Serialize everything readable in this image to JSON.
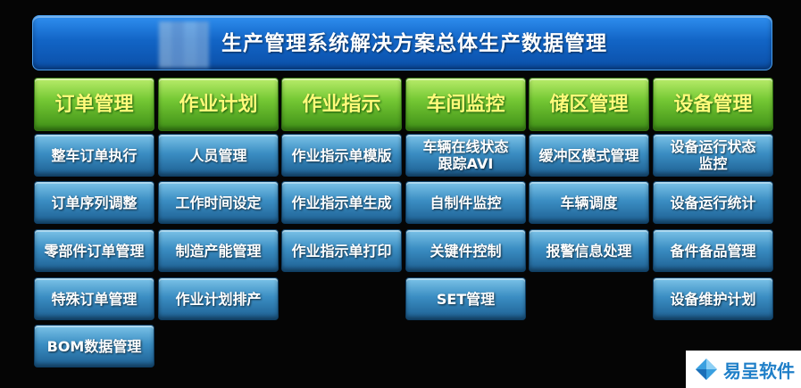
{
  "banner": {
    "title": "生产管理系统解决方案总体生产数据管理"
  },
  "columns": [
    {
      "header": "订单管理",
      "items": [
        "整车订单执行",
        "订单序列调整",
        "零部件订单管理",
        "特殊订单管理",
        "BOM数据管理"
      ]
    },
    {
      "header": "作业计划",
      "items": [
        "人员管理",
        "工作时间设定",
        "制造产能管理",
        "作业计划排产"
      ]
    },
    {
      "header": "作业指示",
      "items": [
        "作业指示单模版",
        "作业指示单生成",
        "作业指示单打印"
      ]
    },
    {
      "header": "车间监控",
      "items": [
        "车辆在线状态\n跟踪AVI",
        "自制件监控",
        "关键件控制",
        "SET管理"
      ]
    },
    {
      "header": "储区管理",
      "items": [
        "缓冲区模式管理",
        "车辆调度",
        "报警信息处理"
      ]
    },
    {
      "header": "设备管理",
      "items": [
        "设备运行状态\n监控",
        "设备运行统计",
        "备件备品管理",
        "设备维护计划"
      ]
    }
  ],
  "watermark": {
    "text": "易呈软件"
  },
  "colors": {
    "banner": "#1265c6",
    "header_green": "#76c935",
    "header_text": "#fffa7a",
    "cell_blue": "#3b8ec3"
  }
}
